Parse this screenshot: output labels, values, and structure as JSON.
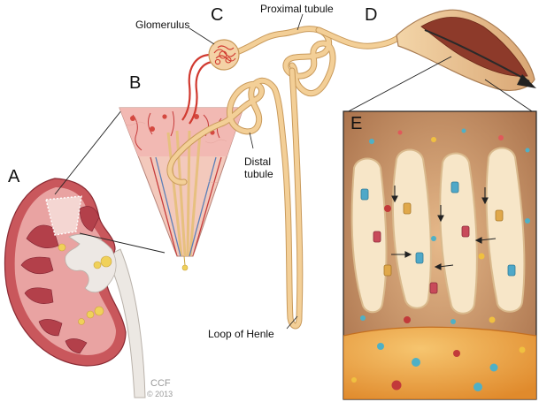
{
  "panels": {
    "a": "A",
    "b": "B",
    "c": "C",
    "d": "D",
    "e": "E"
  },
  "labels": {
    "glomerulus": "Glomerulus",
    "proximal_tubule": "Proximal tubule",
    "distal_tubule_line1": "Distal",
    "distal_tubule_line2": "tubule",
    "loop_of_henle": "Loop of Henle"
  },
  "credit": {
    "org": "CCF",
    "year": "© 2013"
  },
  "colors": {
    "tubule": "#f3cf97",
    "tubule_edge": "#c99a5b",
    "kidney_outer": "#c9575c",
    "kidney_cortex": "#e9a3a2",
    "pyramid": "#b3404a",
    "fat": "#f0d15a",
    "pelvis": "#ede8e4",
    "vessel_red": "#d13a30",
    "vessel_blue": "#5b7fb8",
    "interstitial": "#c99a6a"
  }
}
